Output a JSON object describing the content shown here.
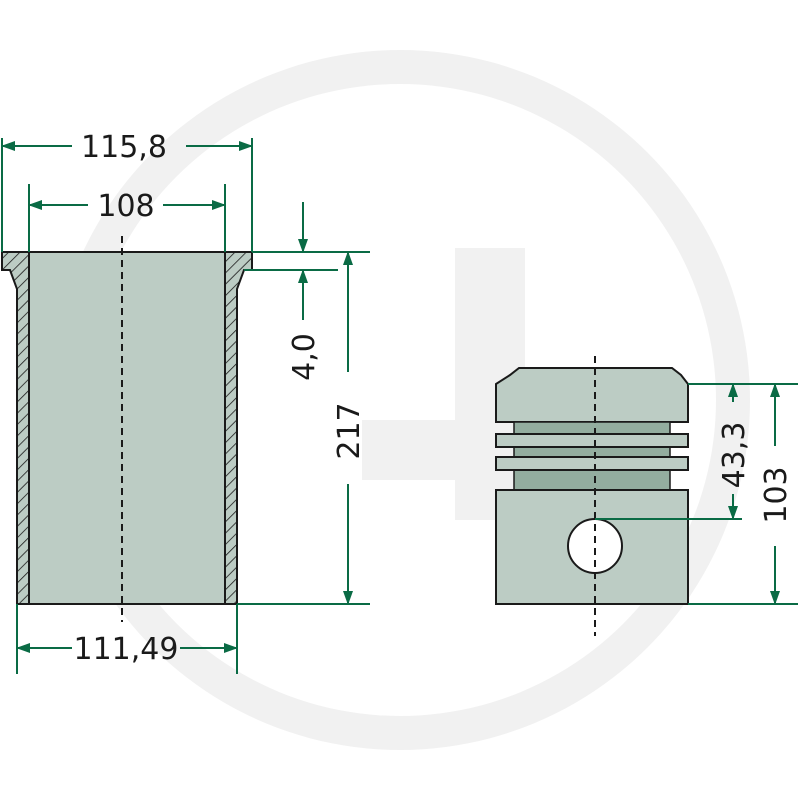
{
  "colors": {
    "background": "#ffffff",
    "watermark": "#f1f1f1",
    "part_fill": "#bcccc4",
    "part_shadow": "#93ad9f",
    "outline": "#1a1a1a",
    "dimension": "#0a6b45"
  },
  "watermark": {
    "icon": "brand-logo-icon"
  },
  "dimensions": {
    "liner_flange_outer_diameter": "115,8",
    "liner_bore": "108",
    "liner_body_outer_diameter": "111,49",
    "liner_flange_height": "4,0",
    "liner_length": "217",
    "piston_compression_height": "43,3",
    "piston_height": "103"
  }
}
